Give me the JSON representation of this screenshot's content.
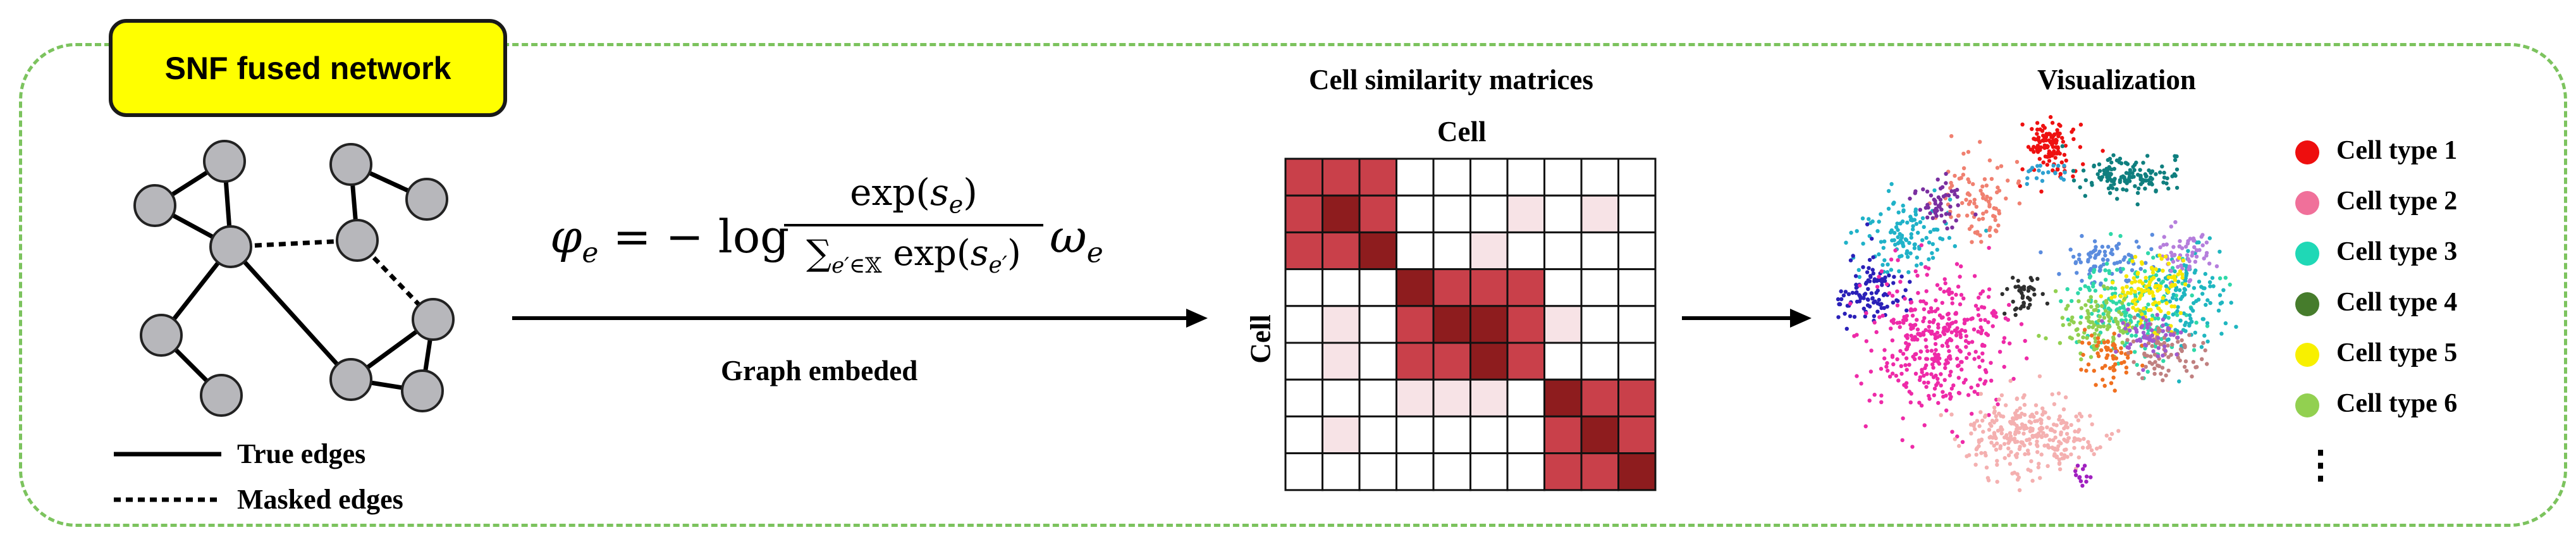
{
  "header": {
    "title": "SNF fused network"
  },
  "legend": {
    "true_edges": "True edges",
    "masked_edges": "Masked edges"
  },
  "formula": {
    "lhs": "φe = − log",
    "numerator": "exp(se)",
    "denominator": "∑e′∈𝕏 exp(se′)",
    "rhs": "ωe"
  },
  "graph_embedding_label": "Graph embeded",
  "similarity": {
    "title": "Cell similarity matrices",
    "col_label": "Cell",
    "row_label": "Cell",
    "colors": {
      "dark": "#8e1c1e",
      "mid": "#c9404a",
      "light": "#f7e3e6",
      "empty": "#ffffff"
    },
    "levels": [
      [
        2,
        2,
        2,
        0,
        0,
        0,
        0,
        0,
        0,
        0
      ],
      [
        2,
        3,
        2,
        0,
        0,
        0,
        1,
        0,
        1,
        0
      ],
      [
        2,
        2,
        3,
        0,
        0,
        1,
        0,
        0,
        0,
        0
      ],
      [
        0,
        0,
        0,
        3,
        2,
        2,
        2,
        0,
        0,
        0
      ],
      [
        0,
        1,
        0,
        2,
        3,
        3,
        2,
        1,
        0,
        0
      ],
      [
        0,
        1,
        0,
        2,
        2,
        3,
        2,
        0,
        0,
        0
      ],
      [
        0,
        0,
        0,
        1,
        1,
        1,
        0,
        3,
        2,
        2
      ],
      [
        0,
        1,
        0,
        0,
        0,
        0,
        0,
        2,
        3,
        2
      ],
      [
        0,
        0,
        0,
        0,
        0,
        0,
        0,
        2,
        2,
        3
      ]
    ]
  },
  "visualization": {
    "title": "Visualization",
    "cell_types": [
      {
        "label": "Cell type 1",
        "color": "#ee0e0e"
      },
      {
        "label": "Cell type 2",
        "color": "#f0709a"
      },
      {
        "label": "Cell type 3",
        "color": "#1fd8b6"
      },
      {
        "label": "Cell type 4",
        "color": "#467c2c"
      },
      {
        "label": "Cell type 5",
        "color": "#f8f000"
      },
      {
        "label": "Cell type 6",
        "color": "#92d050"
      }
    ],
    "more": "⋮"
  }
}
